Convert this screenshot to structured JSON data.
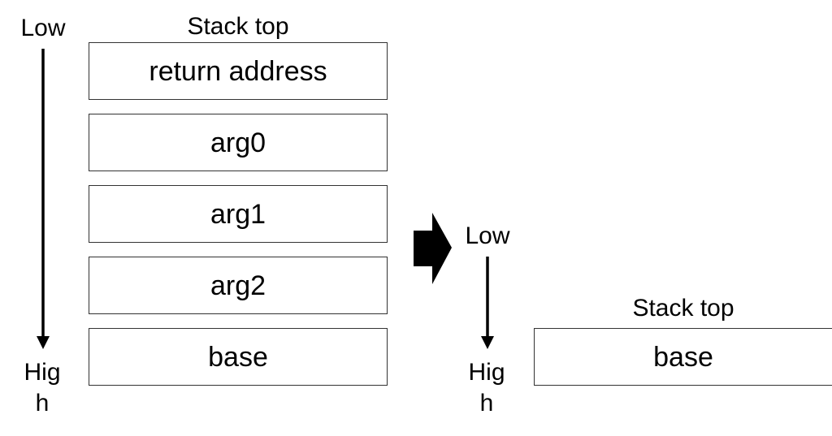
{
  "left_stack": {
    "low_label": "Low",
    "high_label_line1": "Hig",
    "high_label_line2": "h",
    "top_label": "Stack top",
    "slots": [
      "return address",
      "arg0",
      "arg1",
      "arg2",
      "base"
    ]
  },
  "right_stack": {
    "low_label": "Low",
    "high_label_line1": "Hig",
    "high_label_line2": "h",
    "top_label": "Stack top",
    "slots": [
      "base"
    ]
  }
}
